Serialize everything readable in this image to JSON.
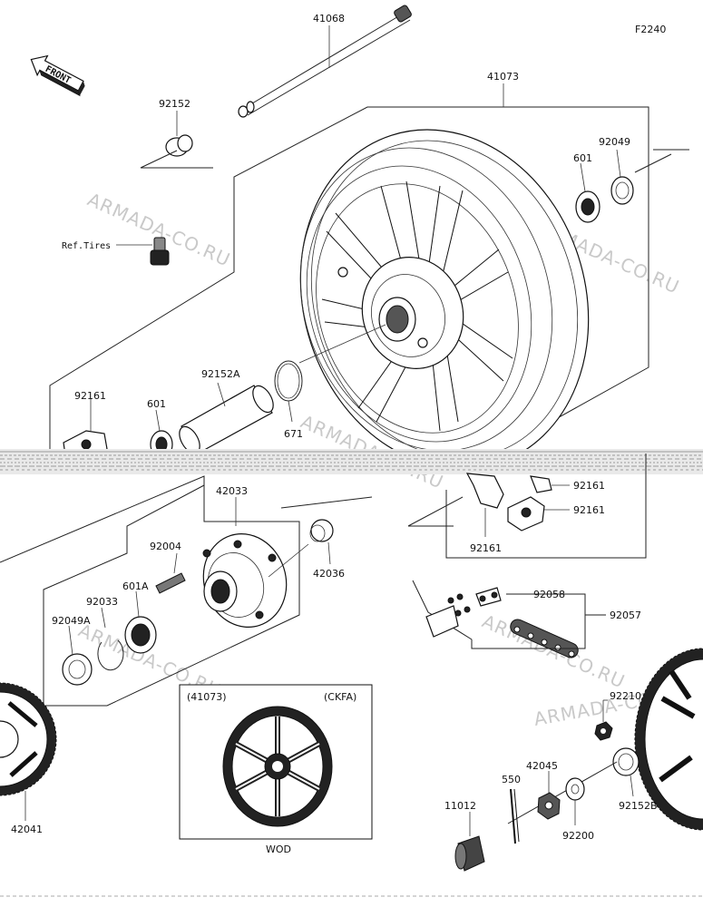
{
  "figure_code": "F2240",
  "front_label": "FRONT",
  "watermarks": [
    "ARMADA-CO.RU",
    "ARMADA-CO.RU",
    "ARMADA-CO.RU",
    "ARMADA-CO.RU",
    "ARMADA-CO.RU",
    "ARMADA-CO.RU"
  ],
  "inset": {
    "part_ref": "(41073)",
    "variant": "(CKFA)",
    "color_code": "WOD"
  },
  "labels": {
    "p41068": "41068",
    "p41073": "41073",
    "p92152": "92152",
    "p92049": "92049",
    "p601_top": "601",
    "ref_tires": "Ref.Tires",
    "p92152A": "92152A",
    "p92161_left": "92161",
    "p601_left": "601",
    "p671": "671",
    "p92161_r1": "92161",
    "p92161_r2": "92161",
    "p92161_r3": "92161",
    "p42033": "42033",
    "p42036": "42036",
    "p92004": "92004",
    "p601A": "601A",
    "p92033": "92033",
    "p92049A": "92049A",
    "p92058": "92058",
    "p92057": "92057",
    "p92210": "92210",
    "p42045": "42045",
    "p550": "550",
    "p11012": "11012",
    "p92200": "92200",
    "p92152B": "92152B",
    "p42041": "42041"
  }
}
